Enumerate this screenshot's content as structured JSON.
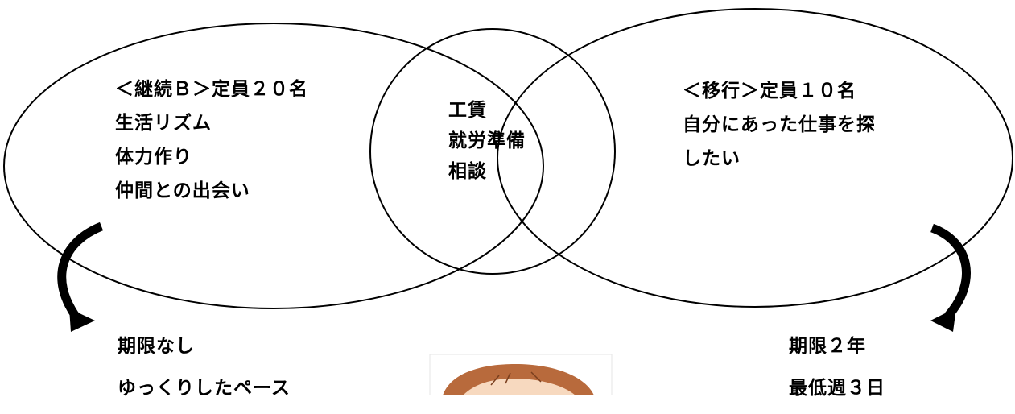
{
  "left_circle": {
    "lines": [
      "＜継続Ｂ＞定員２０名",
      "生活リズム",
      "体力作り",
      "仲間との出会い"
    ]
  },
  "overlap": {
    "lines": [
      "工賃",
      "就労準備",
      "相談"
    ]
  },
  "right_circle": {
    "lines": [
      "＜移行＞定員１０名",
      "自分にあった仕事を探",
      "したい"
    ]
  },
  "left_bottom": {
    "lines": [
      "期限なし",
      "ゆっくりしたペース"
    ]
  },
  "right_bottom": {
    "lines": [
      "期限２年",
      "最低週３日"
    ]
  },
  "colors": {
    "stroke": "#000000",
    "text": "#000000",
    "background": "#ffffff",
    "face_hair": "#b86a3c"
  },
  "illustration": "woman-face-icon"
}
